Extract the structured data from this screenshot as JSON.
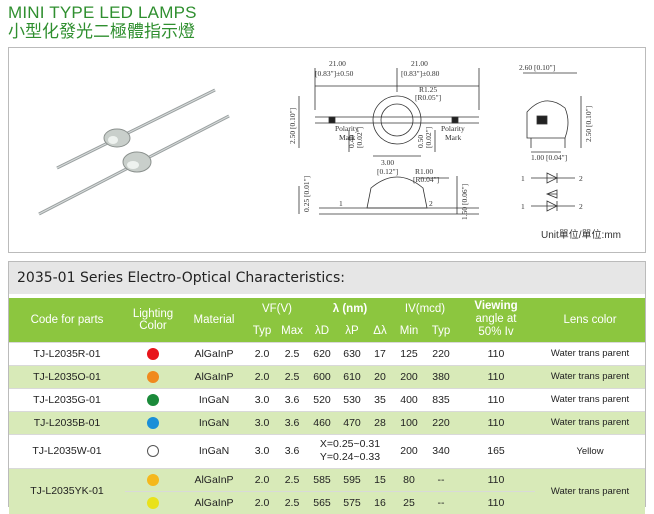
{
  "header": {
    "title_en": "MINI TYPE LED LAMPS",
    "title_zh": "小型化發光二極體指示燈"
  },
  "drawing": {
    "dim_21_a": "21.00",
    "dim_083_a": "[0.83\"]±0.50",
    "dim_21_b": "21.00",
    "dim_083_b": "[0.83\"]±0.80",
    "dim_r125": "R1.25",
    "dim_r005": "[R0.05\"]",
    "dim_250_a": "2.50 [0.10\"]",
    "dim_polarity_a": "Polarity",
    "dim_mark_a": "Mark",
    "dim_polarity_b": "Polarity",
    "dim_mark_b": "Mark",
    "dim_040": "0.40",
    "dim_002_a": "[0.02\"]",
    "dim_050": "0.50",
    "dim_002_b": "[0.02\"]",
    "dim_300": "3.00",
    "dim_012": "[0.12\"]",
    "dim_r100": "R1.00",
    "dim_r004": "[R0.04\"]",
    "dim_260": "2.60 [0.10\"]",
    "dim_250_b": "2.50 [0.10\"]",
    "dim_100": "1.00 [0.04\"]",
    "dim_025": "0.25 [0.01\"]",
    "dim_150": "1.50 [0.06\"]",
    "pin1_a": "1",
    "pin2_a": "2",
    "pin1_b": "1",
    "pin2_b": "2",
    "pin1_c": "1",
    "pin2_c": "2",
    "unit_label": "Unit單位/單位:mm"
  },
  "spec": {
    "title": "2035-01 Series Electro-Optical Characteristics:",
    "headers": {
      "code": "Code for parts",
      "lighting": "Lighting",
      "color": "Color",
      "material": "Material",
      "vf": "VF(V)",
      "lambda": "λ (nm)",
      "iv": "IV(mcd)",
      "viewing1": "Viewing",
      "viewing2": "angle at",
      "viewing3": "50% Iv",
      "lens": "Lens color",
      "typ": "Typ",
      "max": "Max",
      "ld": "λD",
      "lp": "λP",
      "dl": "Δλ",
      "min": "Min",
      "typ2": "Typ"
    },
    "rows": [
      {
        "code": "TJ-L2035R-01",
        "color": "#e8141b",
        "material": "AlGaInP",
        "typ": "2.0",
        "max": "2.5",
        "ld": "620",
        "lp": "630",
        "dl": "17",
        "min": "125",
        "ivtyp": "220",
        "view": "110",
        "lens": "Water trans parent"
      },
      {
        "code": "TJ-L2035O-01",
        "color": "#f08a1d",
        "material": "AlGaInP",
        "typ": "2.0",
        "max": "2.5",
        "ld": "600",
        "lp": "610",
        "dl": "20",
        "min": "200",
        "ivtyp": "380",
        "view": "110",
        "lens": "Water trans parent"
      },
      {
        "code": "TJ-L2035G-01",
        "color": "#1b8a3a",
        "material": "InGaN",
        "typ": "3.0",
        "max": "3.6",
        "ld": "520",
        "lp": "530",
        "dl": "35",
        "min": "400",
        "ivtyp": "835",
        "view": "110",
        "lens": "Water trans parent"
      },
      {
        "code": "TJ-L2035B-01",
        "color": "#1a8fd8",
        "material": "InGaN",
        "typ": "3.0",
        "max": "3.6",
        "ld": "460",
        "lp": "470",
        "dl": "28",
        "min": "100",
        "ivtyp": "220",
        "view": "110",
        "lens": "Water trans parent"
      },
      {
        "code": "TJ-L2035W-01",
        "color": "#ffffff",
        "material": "InGaN",
        "typ": "3.0",
        "max": "3.6",
        "xy1": "X=0.25~0.31",
        "xy2": "Y=0.24~0.33",
        "min": "200",
        "ivtyp": "340",
        "view": "165",
        "lens": "Yellow"
      },
      {
        "code": "TJ-L2035YK-01",
        "color": "#f5b81c",
        "material": "AlGaInP",
        "typ": "2.0",
        "max": "2.5",
        "ld": "585",
        "lp": "595",
        "dl": "15",
        "min": "80",
        "ivtyp": "--",
        "view": "110",
        "lens": "Water trans parent"
      },
      {
        "color": "#e9e21a",
        "material": "AlGaInP",
        "typ": "2.0",
        "max": "2.5",
        "ld": "565",
        "lp": "575",
        "dl": "16",
        "min": "25",
        "ivtyp": "--",
        "view": "110"
      }
    ]
  }
}
